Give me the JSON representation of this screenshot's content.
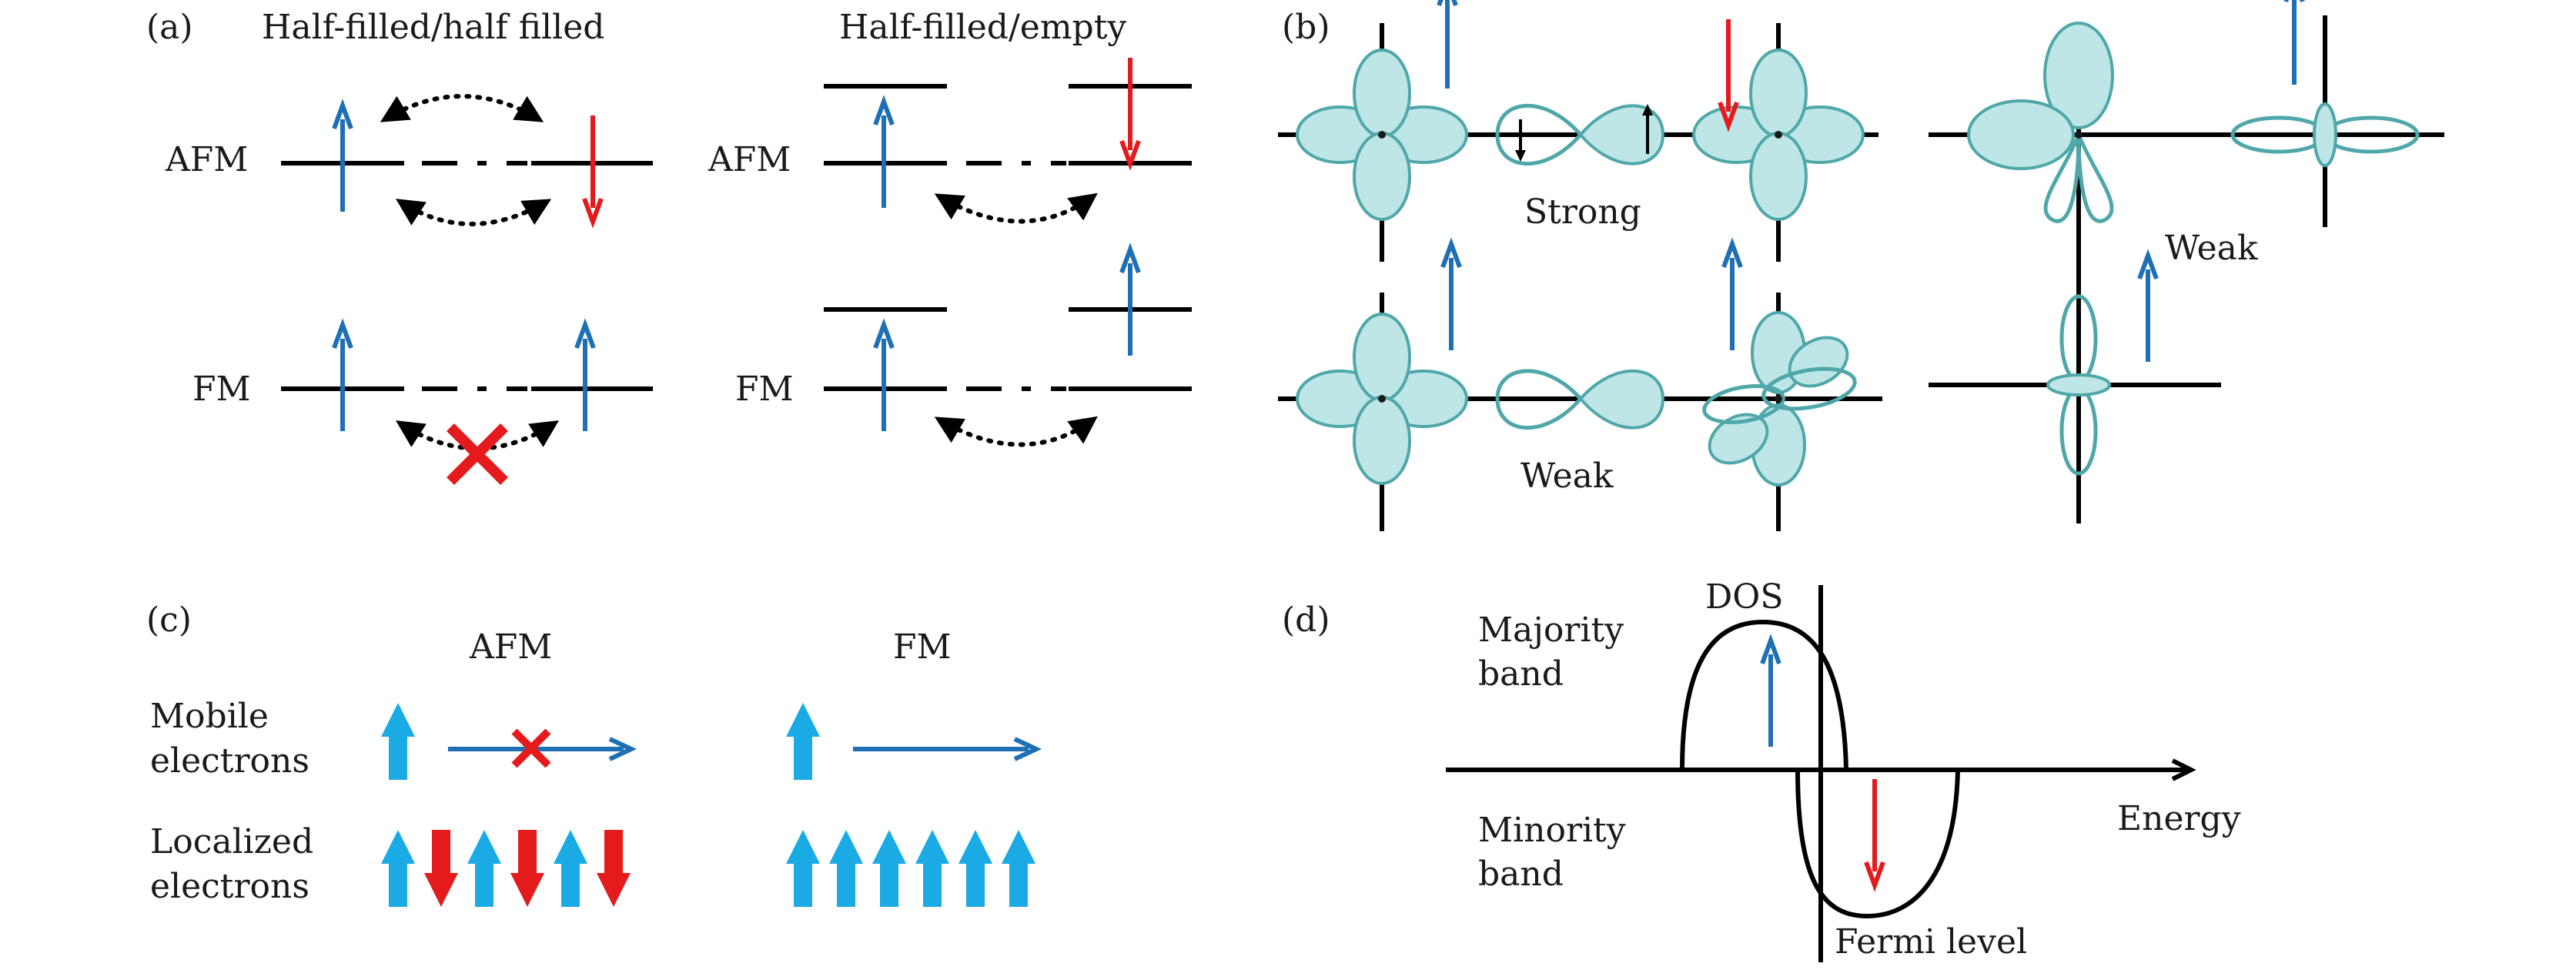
{
  "panels": {
    "a": {
      "label": "(a)",
      "title_left": "Half-filled/half filled",
      "title_right": "Half-filled/empty",
      "row_afm": "AFM",
      "row_fm": "FM"
    },
    "b": {
      "label": "(b)",
      "strong": "Strong",
      "weak_bottom": "Weak",
      "weak_right": "Weak"
    },
    "c": {
      "label": "(c)",
      "afm": "AFM",
      "fm": "FM",
      "mobile_1": "Mobile",
      "mobile_2": "electrons",
      "localized_1": "Localized",
      "localized_2": "electrons"
    },
    "d": {
      "label": "(d)",
      "dos": "DOS",
      "majority_1": "Majority",
      "majority_2": "band",
      "minority_1": "Minority",
      "minority_2": "band",
      "energy": "Energy",
      "fermi": "Fermi level"
    }
  },
  "colors": {
    "spin_up": "#1f6fb5",
    "spin_down": "#e41a1c",
    "light_up": "#1aabe4",
    "orbital_fill": "#bfe6e6",
    "orbital_stroke": "#4fa7a9",
    "block_cross": "#e41a1c"
  },
  "icons": {
    "spin_up": "up-arrow-icon",
    "spin_down": "down-arrow-icon",
    "forbidden": "cross-mark-icon"
  }
}
